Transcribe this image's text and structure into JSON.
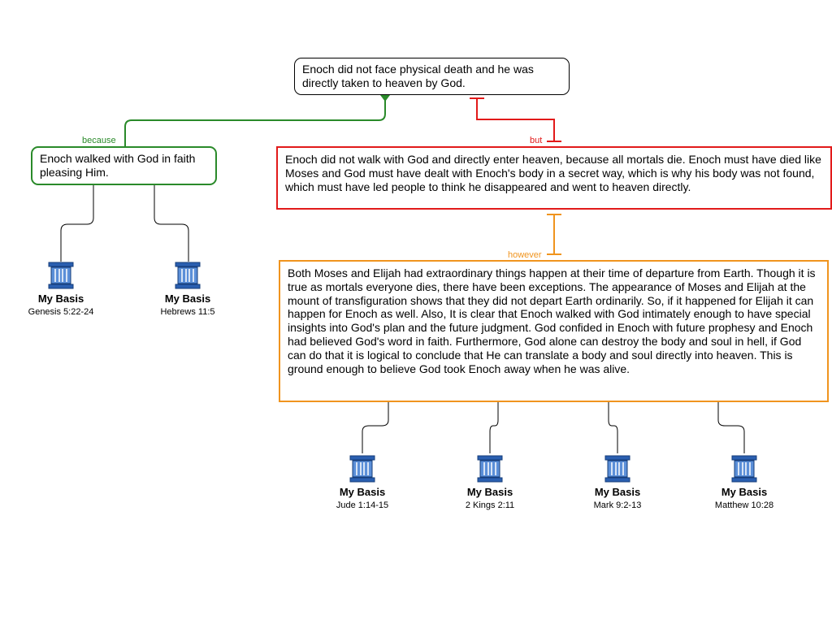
{
  "claim": {
    "text": "Enoch did not face physical death and he was directly taken to heaven by God."
  },
  "because": {
    "label": "because",
    "text": "Enoch walked with God in faith pleasing Him.",
    "bases": [
      {
        "title": "My Basis",
        "ref": "Genesis 5:22-24",
        "icon": "pillar-icon"
      },
      {
        "title": "My Basis",
        "ref": "Hebrews 11:5",
        "icon": "pillar-icon"
      }
    ]
  },
  "but": {
    "label": "but",
    "text": "Enoch did not walk with God and directly enter heaven, because all mortals die. Enoch must have died like Moses and God must have dealt with Enoch's body in a secret way, which is why his body was not found, which must have led people to think he disappeared and went to heaven directly."
  },
  "however": {
    "label": "however",
    "text": "Both Moses and Elijah had extraordinary things happen at their time of departure from Earth. Though it is true as mortals everyone dies, there have been exceptions. The appearance of Moses and Elijah at the mount of transfiguration shows that they did not depart Earth ordinarily. So, if it happened for Elijah it can happen for Enoch as well. Also, It is clear that Enoch walked with God intimately enough to have special insights into God's plan and the future judgment. God confided in Enoch with future prophesy and Enoch had believed God's word in faith. Furthermore, God alone can destroy the body and soul in hell, if God can do that it is logical to conclude that He can translate a body and soul directly into heaven. This is ground enough to believe God took Enoch away when he was alive.",
    "bases": [
      {
        "title": "My Basis",
        "ref": "Jude 1:14-15",
        "icon": "pillar-icon"
      },
      {
        "title": "My Basis",
        "ref": "2 Kings 2:11",
        "icon": "pillar-icon"
      },
      {
        "title": "My Basis",
        "ref": "Mark 9:2-13",
        "icon": "pillar-icon"
      },
      {
        "title": "My Basis",
        "ref": "Matthew 10:28",
        "icon": "pillar-icon"
      }
    ]
  },
  "colors": {
    "because": "#2a8a2a",
    "but": "#e21a1a",
    "however": "#f0941e",
    "pillar": "#2a5fb0"
  }
}
